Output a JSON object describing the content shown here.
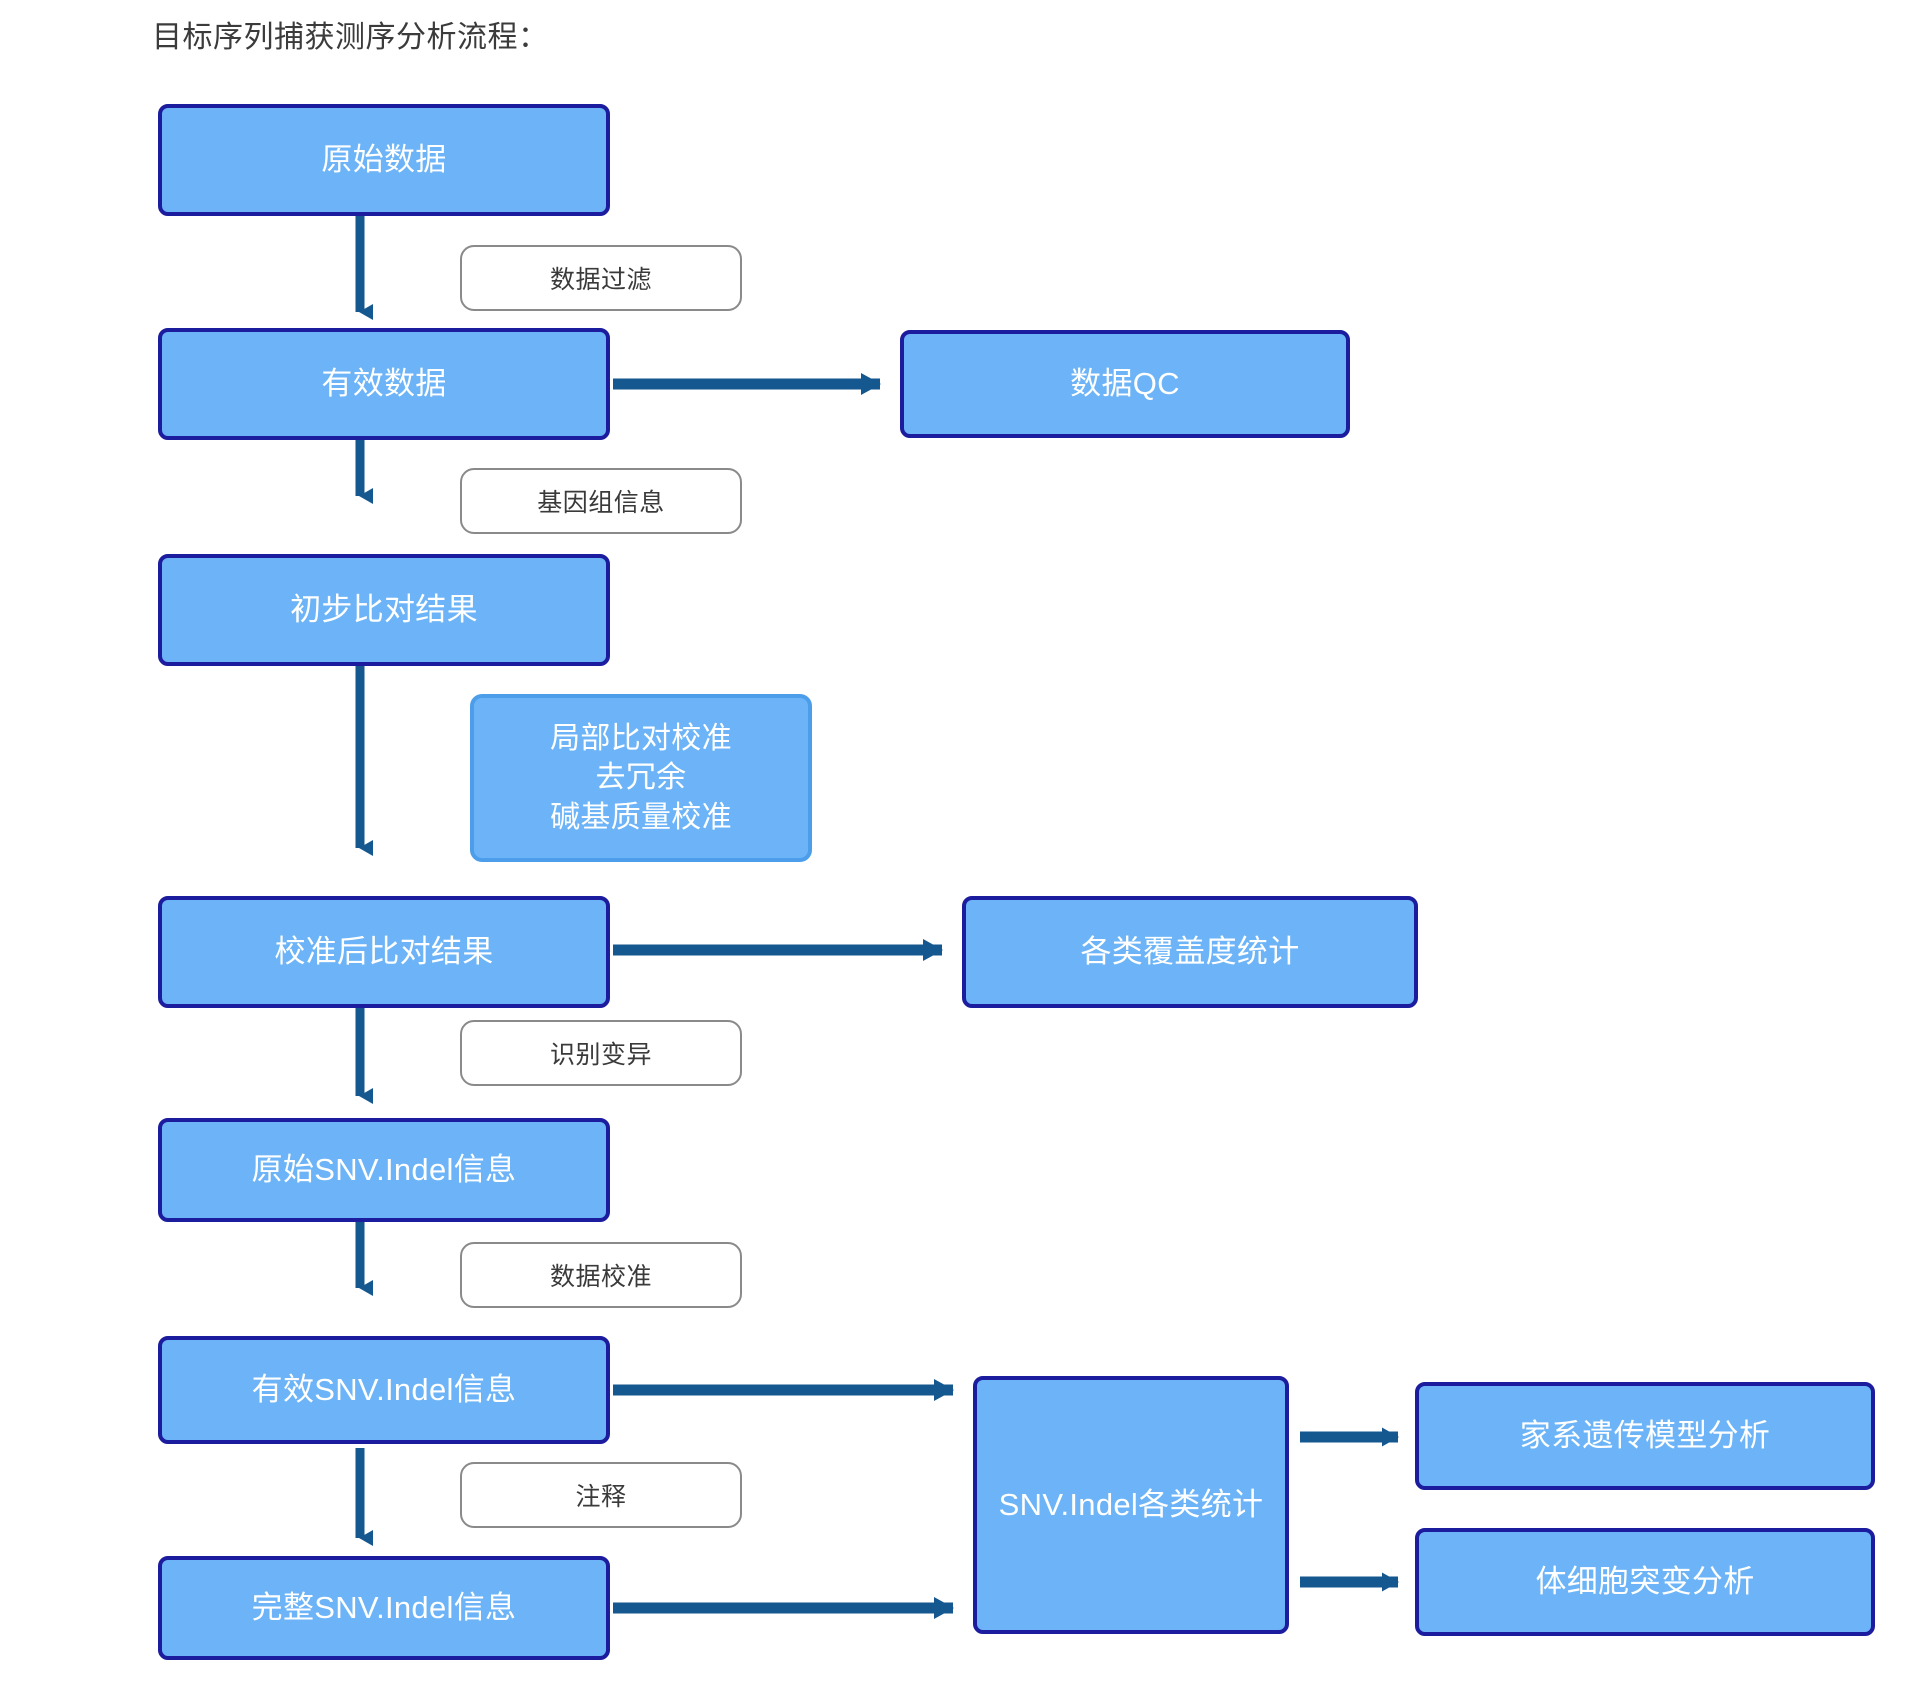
{
  "title": "目标序列捕获测序分析流程：",
  "colors": {
    "node_fill": "#6CB4F7",
    "node_border": "#1C1C9E",
    "soft_node_border": "#4C9EEA",
    "connector": "#15578F",
    "label_border": "#8A8A8A",
    "label_text": "#3A3A3A",
    "node_text": "#FFFFFF",
    "background": "#FFFFFF"
  },
  "nodes": {
    "raw_data": "原始数据",
    "valid_data": "有效数据",
    "data_qc": "数据QC",
    "initial_alignment": "初步比对结果",
    "realign_block": "局部比对校准\n去冗余\n碱基质量校准",
    "realign_block_line1": "局部比对校准",
    "realign_block_line2": "去冗余",
    "realign_block_line3": "碱基质量校准",
    "calibrated_alignment": "校准后比对结果",
    "coverage_stats": "各类覆盖度统计",
    "raw_snv_indel": "原始SNV.Indel信息",
    "valid_snv_indel": "有效SNV.Indel信息",
    "complete_snv_indel": "完整SNV.Indel信息",
    "snv_indel_stats": "SNV.Indel各类统计",
    "pedigree_analysis": "家系遗传模型分析",
    "somatic_analysis": "体细胞突变分析"
  },
  "edge_labels": {
    "data_filter": "数据过滤",
    "genome_info": "基因组信息",
    "variant_calling": "识别变异",
    "data_calibration": "数据校准",
    "annotation": "注释"
  }
}
